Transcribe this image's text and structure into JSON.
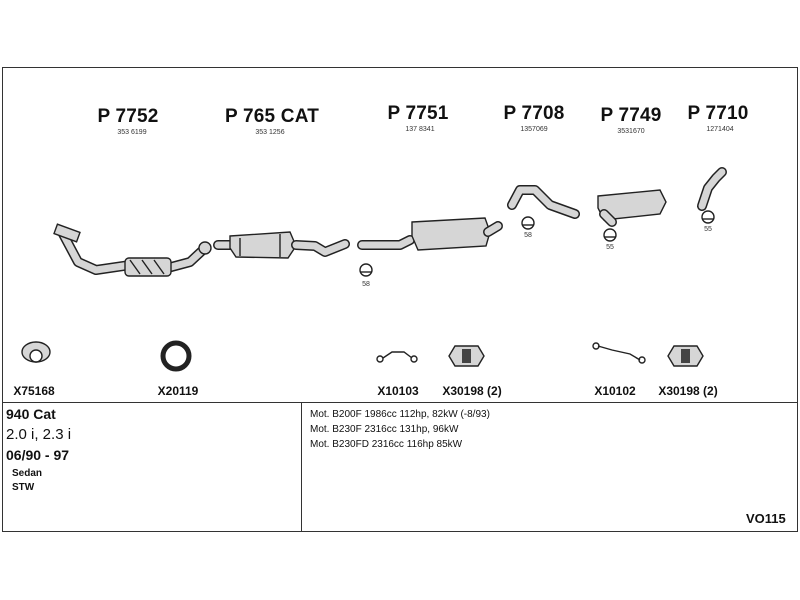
{
  "parts": [
    {
      "number": "P 7752",
      "ref": "353 6199"
    },
    {
      "number": "P 765 CAT",
      "ref": "353 1256"
    },
    {
      "number": "P 7751",
      "ref": "137 8341"
    },
    {
      "number": "P 7708",
      "ref": "1357069"
    },
    {
      "number": "P 7749",
      "ref": "3531670"
    },
    {
      "number": "P 7710",
      "ref": "1271404"
    }
  ],
  "clamp_labels": [
    "58",
    "58",
    "55",
    "55"
  ],
  "fittings": [
    {
      "code": "X75168",
      "icon": "gasket-icon"
    },
    {
      "code": "X20119",
      "icon": "ring-icon"
    },
    {
      "code": "X10103",
      "icon": "hanger-icon"
    },
    {
      "code": "X30198 (2)",
      "icon": "rubber-mount-icon"
    },
    {
      "code": "X10102",
      "icon": "hanger-icon"
    },
    {
      "code": "X30198 (2)",
      "icon": "rubber-mount-icon"
    }
  ],
  "vehicle": {
    "model": "940 Cat",
    "engine": "2.0 i, 2.3 i",
    "years": "06/90 - 97",
    "body_types": [
      "Sedan",
      "STW"
    ]
  },
  "motors": [
    "Mot. B200F 1986cc 112hp, 82kW (-8/93)",
    "Mot. B230F 2316cc 131hp, 96kW",
    "Mot. B230FD 2316cc 116hp 85kW"
  ],
  "catalog_code": "VO115"
}
